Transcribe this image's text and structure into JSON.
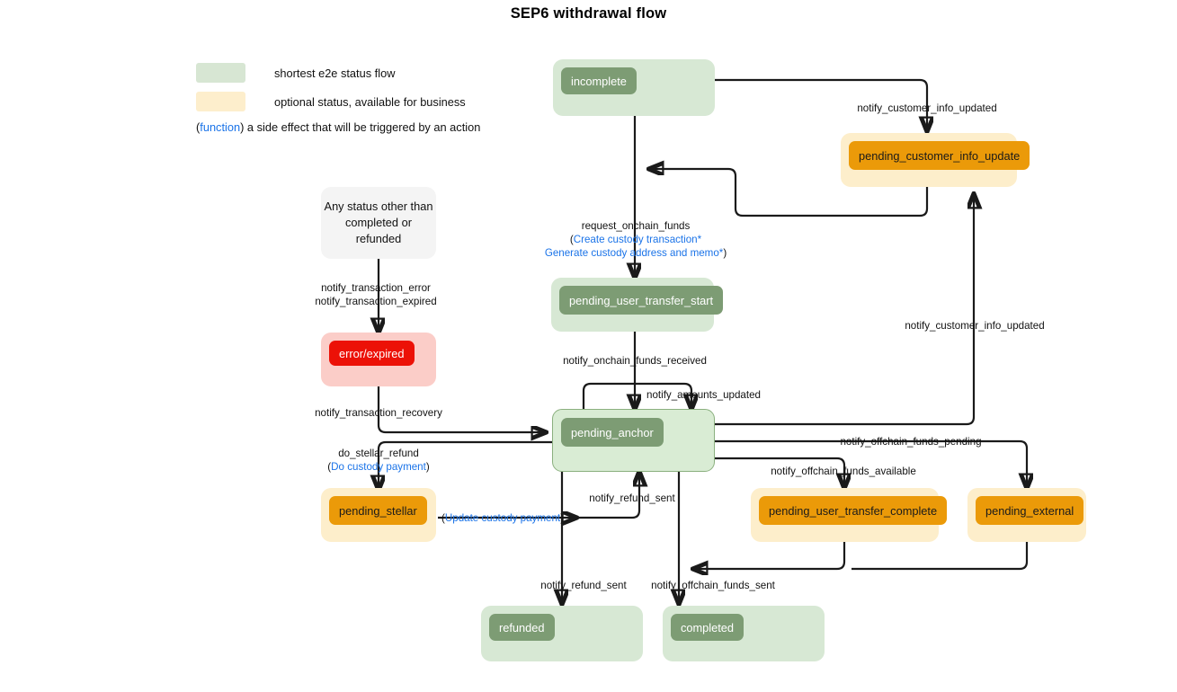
{
  "title": "SEP6 withdrawal flow",
  "legend": {
    "rows": [
      {
        "swatch": "green",
        "color": "#d7e6d3",
        "text": "shortest e2e status flow"
      },
      {
        "swatch": "cream",
        "color": "#fdeecc",
        "text": "optional status, available for business"
      }
    ],
    "note_open": "(",
    "note_fn": "function",
    "note_close": ") a side effect that will be triggered by an action"
  },
  "colors": {
    "green_box": "#d7e8d4",
    "green_chip": "#7d9c74",
    "cream_box": "#fdeecb",
    "orange_chip": "#eb9a09",
    "red_box": "#fbcdc8",
    "red_chip": "#ec1107",
    "neutral_box": "#f4f4f4",
    "function_text": "#1a73e8",
    "edge": "#1a1a1a"
  },
  "nodes": [
    {
      "id": "incomplete",
      "label": "incomplete",
      "kind": "green"
    },
    {
      "id": "pending_customer_info_update",
      "label": "pending_customer_info_update",
      "kind": "orange"
    },
    {
      "id": "any_status",
      "label": "Any status other than\ncompleted or refunded",
      "line1": "Any status other than",
      "line2": "completed or refunded",
      "kind": "neutral"
    },
    {
      "id": "error_expired",
      "label": "error/expired",
      "kind": "red"
    },
    {
      "id": "pending_user_transfer_start",
      "label": "pending_user_transfer_start",
      "kind": "green"
    },
    {
      "id": "pending_anchor",
      "label": "pending_anchor",
      "kind": "green-outlined"
    },
    {
      "id": "pending_stellar",
      "label": "pending_stellar",
      "kind": "orange"
    },
    {
      "id": "pending_user_transfer_complete",
      "label": "pending_user_transfer_complete",
      "kind": "orange"
    },
    {
      "id": "pending_external",
      "label": "pending_external",
      "kind": "orange"
    },
    {
      "id": "refunded",
      "label": "refunded",
      "kind": "green"
    },
    {
      "id": "completed",
      "label": "completed",
      "kind": "green"
    }
  ],
  "edges": [
    {
      "id": "e1",
      "from": "incomplete",
      "to": "pending_customer_info_update",
      "label": "notify_customer_info_updated"
    },
    {
      "id": "e2",
      "from": "pending_customer_info_update",
      "to": "incomplete",
      "label": ""
    },
    {
      "id": "e3",
      "from": "incomplete",
      "to": "pending_user_transfer_start",
      "label": "request_onchain_funds",
      "fn1": "Create custody transaction*",
      "fn2": "Generate custody address and memo*"
    },
    {
      "id": "e4",
      "from": "any_status",
      "to": "error_expired",
      "label": "notify_transaction_error",
      "label2": "notify_transaction_expired"
    },
    {
      "id": "e5",
      "from": "error_expired",
      "to": "pending_anchor",
      "label": "notify_transaction_recovery"
    },
    {
      "id": "e6",
      "from": "pending_user_transfer_start",
      "to": "pending_anchor",
      "label": "notify_onchain_funds_received"
    },
    {
      "id": "e7",
      "from": "pending_anchor",
      "to": "pending_anchor",
      "label": "notify_amounts_updated"
    },
    {
      "id": "e8",
      "from": "pending_anchor",
      "to": "pending_stellar",
      "label": "do_stellar_refund",
      "fn1": "Do custody payment"
    },
    {
      "id": "e9",
      "from": "pending_stellar",
      "to": "pending_anchor",
      "label": "",
      "fn1": "Update custody payment"
    },
    {
      "id": "e10",
      "from": "pending_stellar",
      "to": "pending_anchor",
      "label": "notify_refund_sent"
    },
    {
      "id": "e11",
      "from": "pending_anchor",
      "to": "pending_customer_info_update",
      "label": "notify_customer_info_updated"
    },
    {
      "id": "e12",
      "from": "pending_anchor",
      "to": "pending_external",
      "label": "notify_offchain_funds_pending"
    },
    {
      "id": "e13",
      "from": "pending_anchor",
      "to": "pending_user_transfer_complete",
      "label": "notify_offchain_funds_available"
    },
    {
      "id": "e14",
      "from": "pending_anchor",
      "to": "refunded",
      "label": "notify_refund_sent"
    },
    {
      "id": "e15",
      "from": "pending_anchor",
      "to": "completed",
      "label": "notify_offchain_funds_sent"
    },
    {
      "id": "e16",
      "from": "pending_user_transfer_complete",
      "to": "completed",
      "label": ""
    },
    {
      "id": "e17",
      "from": "pending_external",
      "to": "completed",
      "label": ""
    }
  ]
}
